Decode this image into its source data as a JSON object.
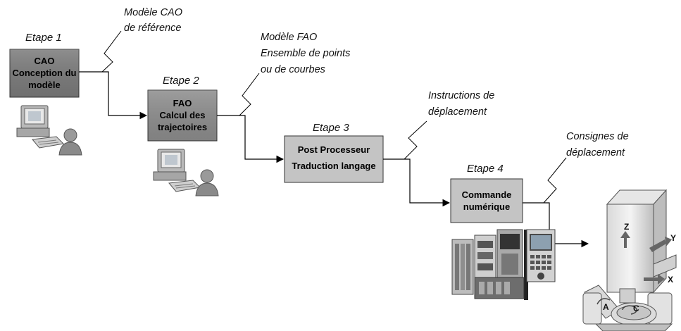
{
  "steps": [
    {
      "label": "Etape 1",
      "lines": [
        "CAO",
        "Conception du",
        "modèle"
      ]
    },
    {
      "label": "Etape 2",
      "lines": [
        "FAO",
        "Calcul des",
        "trajectoires"
      ]
    },
    {
      "label": "Etape 3",
      "lines": [
        "Post Processeur",
        "Traduction langage"
      ]
    },
    {
      "label": "Etape 4",
      "lines": [
        "Commande",
        "numérique"
      ]
    }
  ],
  "notes": [
    {
      "lines": [
        "Modèle CAO",
        "de référence"
      ]
    },
    {
      "lines": [
        "Modèle FAO",
        "Ensemble de points",
        "ou de courbes"
      ]
    },
    {
      "lines": [
        "Instructions de",
        "déplacement"
      ]
    },
    {
      "lines": [
        "Consignes de",
        "déplacement"
      ]
    }
  ],
  "machine_axes": [
    "Z",
    "Y",
    "X",
    "A",
    "C"
  ],
  "icons": [
    "workstation-user-icon",
    "workstation-user-icon",
    "cnc-controller-icon",
    "machine-tool-icon"
  ],
  "colors": {
    "box1": "#7a7a7a",
    "box2": "#8c8c8c",
    "box3": "#c4c4c4",
    "box4": "#c4c4c4",
    "line": "#000000"
  }
}
